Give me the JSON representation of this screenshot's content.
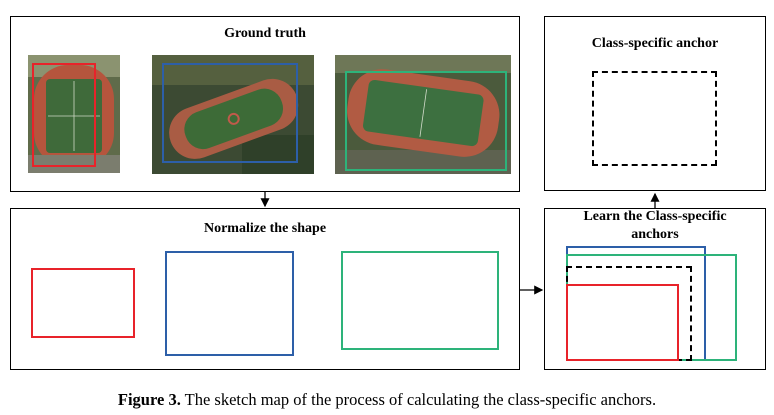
{
  "panels": {
    "ground_truth": {
      "title": "Ground truth"
    },
    "normalize": {
      "title": "Normalize the shape"
    },
    "learn": {
      "title_line1": "Learn the Class-specific",
      "title_line2": "anchors"
    },
    "anchor": {
      "title": "Class-specific anchor"
    }
  },
  "colors": {
    "red": "#e8232a",
    "blue": "#2d5fa8",
    "green": "#2db37a",
    "dashed": "#000000"
  },
  "caption": {
    "label": "Figure 3.",
    "text": " The sketch map of the process of calculating the class-specific anchors."
  }
}
